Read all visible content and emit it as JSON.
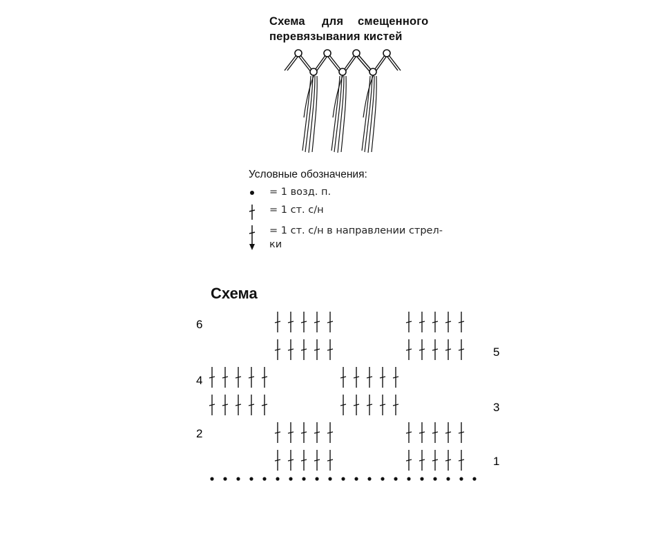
{
  "header": {
    "title_line1_words": [
      "Схема",
      "для",
      "смещенного"
    ],
    "title_line2": "перевязывания кистей"
  },
  "legend": {
    "title": "Условные обозначения:",
    "items": [
      {
        "symbol": "dot-icon",
        "text": "= 1 возд. п."
      },
      {
        "symbol": "dc-stitch-icon",
        "text": "= 1 ст. с/н"
      },
      {
        "symbol": "dc-arrow-stitch-icon",
        "text": "= 1 ст. с/н в направлении стрел-ки"
      }
    ]
  },
  "schema": {
    "title": "Схема",
    "row_numbers_left": [
      "6",
      "4",
      "2"
    ],
    "row_numbers_right": [
      "5",
      "3",
      "1"
    ]
  },
  "colors": {
    "ink": "#111111"
  }
}
